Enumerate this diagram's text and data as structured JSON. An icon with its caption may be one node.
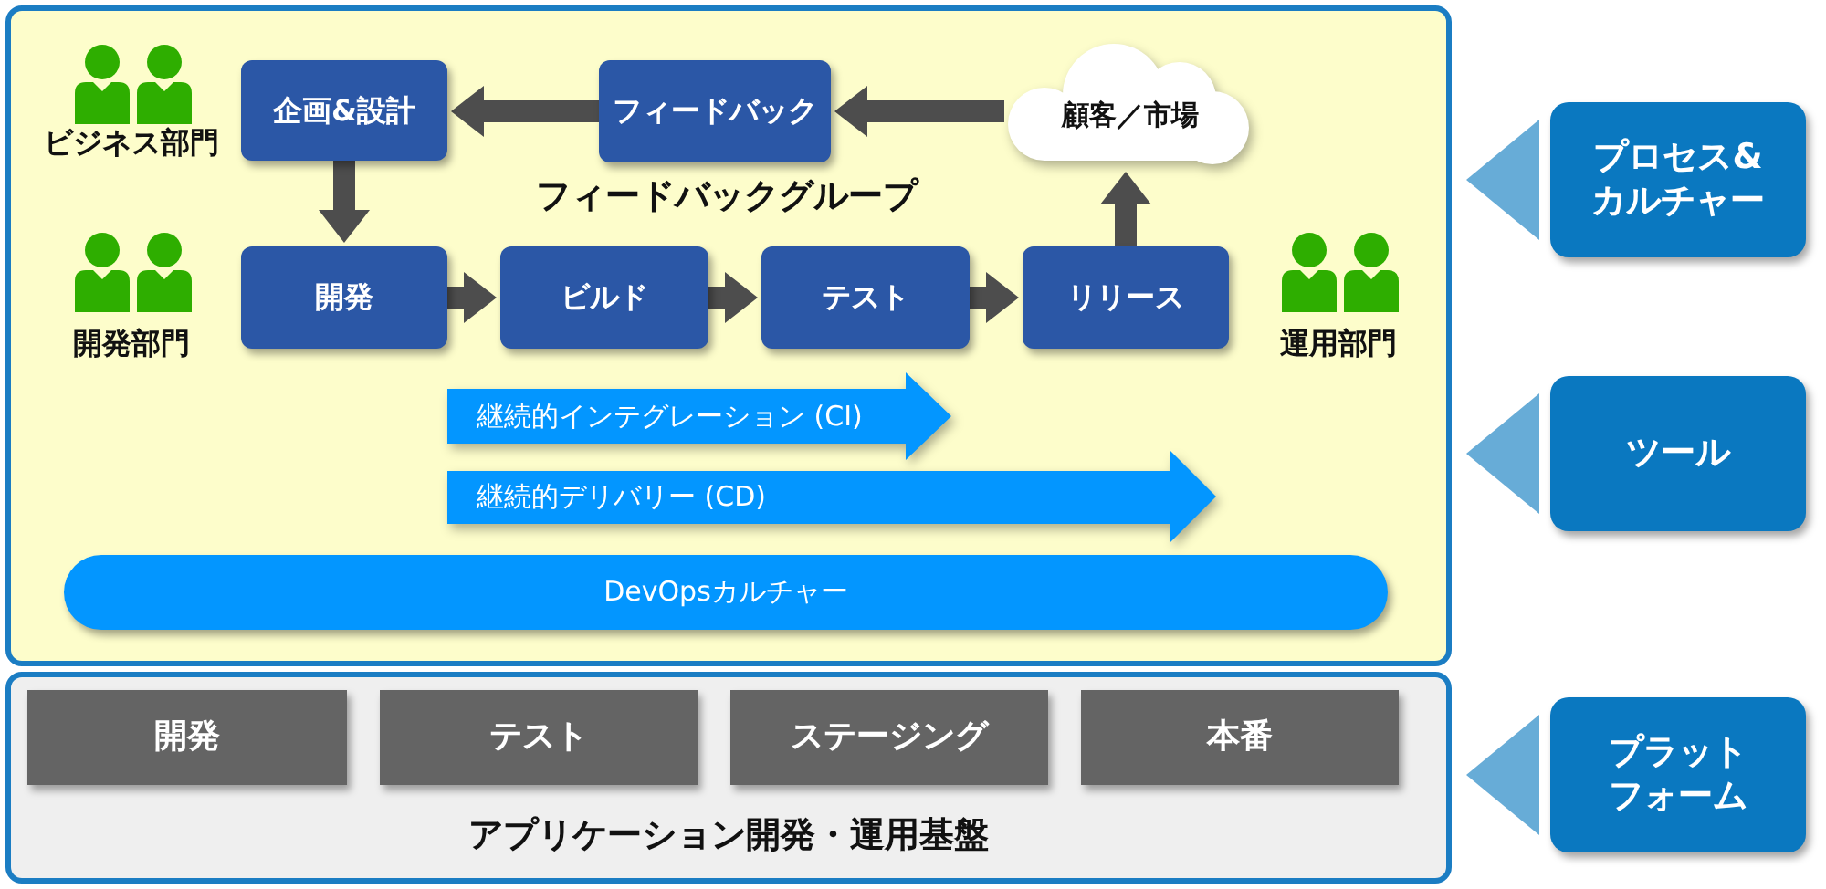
{
  "diagram": {
    "nodes": [
      {
        "text": [],
        "shape": "box"
      },
      {
        "text": [
          "企画&設計"
        ],
        "in": 0
      },
      {
        "text": [
          "フィードバック"
        ],
        "in": 0
      },
      {
        "text": [
          "顧客／市場"
        ],
        "in": 0
      },
      {
        "text": [
          "開発"
        ],
        "in": 0
      },
      {
        "text": [
          "ビルド"
        ],
        "in": 0
      },
      {
        "text": [
          "テスト"
        ],
        "in": 0
      },
      {
        "text": [
          "リリース"
        ],
        "in": 0
      },
      {
        "text": [
          "継続的インテグレーション (CI)"
        ],
        "in": 0
      },
      {
        "text": [
          "継続的デリバリー (CD)"
        ],
        "in": 0
      },
      {
        "text": [
          "DevOpsカルチャー"
        ],
        "in": 0
      },
      {
        "text": [
          "アプリケーション開発・運用基盤"
        ]
      },
      {
        "text": [
          "開発"
        ],
        "in": 11
      },
      {
        "text": [
          "テスト"
        ],
        "in": 11
      },
      {
        "text": [
          "ステージング"
        ],
        "in": 11
      },
      {
        "text": [
          "本番"
        ],
        "in": 11
      },
      {
        "text": [
          "プロセス&カルチャー"
        ]
      },
      {
        "text": [
          "ツール"
        ]
      },
      {
        "text": [
          "プラットフォーム"
        ]
      }
    ],
    "edges": [
      {
        "from": 2,
        "to": 1,
        "arrow": "to"
      },
      {
        "from": 3,
        "to": 2,
        "arrow": "to"
      },
      {
        "from": 1,
        "to": 4,
        "arrow": "to"
      },
      {
        "from": 4,
        "to": 5,
        "arrow": "to"
      },
      {
        "from": 5,
        "to": 6,
        "arrow": "to"
      },
      {
        "from": 6,
        "to": 7,
        "arrow": "to"
      },
      {
        "from": 7,
        "to": 3,
        "arrow": "to"
      },
      {
        "from": 16,
        "to": 0,
        "arrow": "to",
        "color": "#67acd7"
      },
      {
        "from": 17,
        "to": 0,
        "arrow": "to",
        "color": "#67acd7"
      },
      {
        "from": 18,
        "to": 11,
        "arrow": "to",
        "color": "#67acd7"
      }
    ],
    "labels": [
      "ビジネス部門",
      "フィードバックグループ",
      "開発部門",
      "運用部門"
    ]
  }
}
